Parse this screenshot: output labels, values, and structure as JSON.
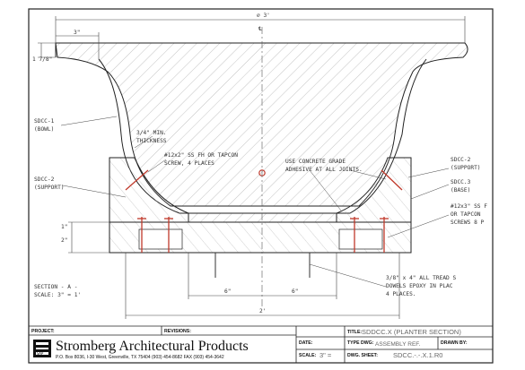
{
  "drawing": {
    "dim_top_diameter": "⌀ 3'",
    "centerline_symbol": "℄",
    "dim_rim_width": "3\"",
    "dim_rim_height": "1 7/8\"",
    "dim_wall": "1\"",
    "dim_base": "2\"",
    "dim_offset_left": "6\"",
    "dim_offset_right": "6\"",
    "dim_bottom_width": "2'",
    "labels": {
      "bowl": [
        "SDCC-1",
        "(BOWL)"
      ],
      "thickness": [
        "3/4\" MIN.",
        "THICKNESS"
      ],
      "screw_left": [
        "#12x2\" SS FH OR TAPCON",
        "SCREW, 4 PLACES"
      ],
      "support_left": [
        "SDCC-2",
        "(SUPPORT)"
      ],
      "adhesive": [
        "USE CONCRETE GRADE",
        "ADHESIVE AT ALL JOINTS."
      ],
      "support_right": [
        "SDCC-2",
        "(SUPPORT)"
      ],
      "base": [
        "SDCC.3",
        "(BASE)"
      ],
      "screw_right": [
        "#12x3\" SS F",
        "OR TAPCON",
        "SCREWS 8 P"
      ],
      "dowels": [
        "3/8\" x 4\" ALL TREAD S",
        "DOWELS EPOXY IN PLAC",
        "4 PLACES."
      ],
      "section": [
        "SECTION - A -",
        "SCALE: 3\" = 1'"
      ]
    }
  },
  "title_block": {
    "project_label": "PROJECT:",
    "revisions_label": "REVISIONS:",
    "title_label": "TITLE:",
    "title_value": "SDDCC.X (PLANTER SECTION)",
    "type_dwg_label": "TYPE DWG:",
    "type_dwg_value": "ASSEMBLY REF.",
    "drawn_by_label": "DRAWN BY:",
    "date_label": "DATE:",
    "scale_label": "SCALE:",
    "scale_value": "3\" =",
    "dwg_sheet_label": "DWG. SHEET:",
    "dwg_sheet_value": "SDCC.-.-.X.1.R0",
    "company_name": "Stromberg Architectural Products",
    "company_address": "P.O. Box 8036, I-30 West, Greenville, TX 75404  (903) 454-8682  FAX (903) 454-3642",
    "logo_mark": "SAP"
  },
  "colors": {
    "line": "#222222",
    "screw": "#c0392b",
    "hatch": "#777777",
    "dim": "#444444"
  }
}
